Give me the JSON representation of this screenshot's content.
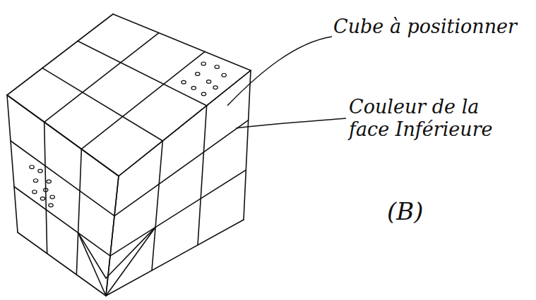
{
  "diagram": {
    "labels": [
      "Cube à positionner",
      "Couleur de la face Inférieure",
      "(B)"
    ]
  }
}
